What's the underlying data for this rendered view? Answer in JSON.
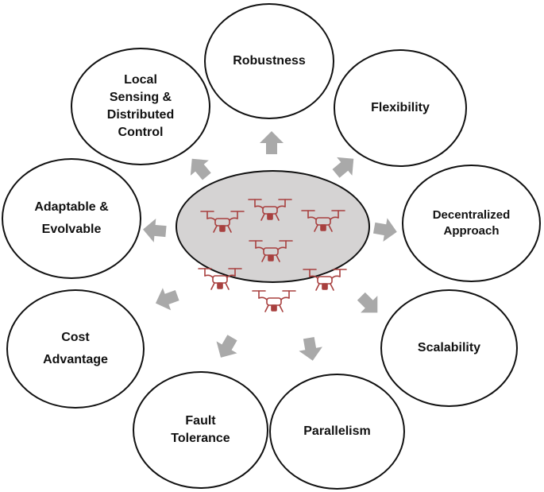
{
  "diagram": {
    "hub": {
      "icon": "drone-icon",
      "drone_count": 7,
      "color": "#a8403f",
      "fill": "#d5d3d3"
    },
    "arrow_color": "#a9a9a9",
    "nodes": [
      {
        "id": "robustness",
        "label": "Robustness"
      },
      {
        "id": "flexibility",
        "label": "Flexibility"
      },
      {
        "id": "decentralized-approach",
        "label": "Decentralized\nApproach"
      },
      {
        "id": "scalability",
        "label": "Scalability"
      },
      {
        "id": "parallelism",
        "label": "Parallelism"
      },
      {
        "id": "fault-tolerance",
        "label": "Fault\nTolerance"
      },
      {
        "id": "cost-advantage",
        "label": "Cost\nAdvantage"
      },
      {
        "id": "adaptable-evolvable",
        "label": "Adaptable &\nEvolvable"
      },
      {
        "id": "local-sensing-distributed-control",
        "label": "Local\nSensing &\nDistributed\nControl"
      }
    ]
  }
}
